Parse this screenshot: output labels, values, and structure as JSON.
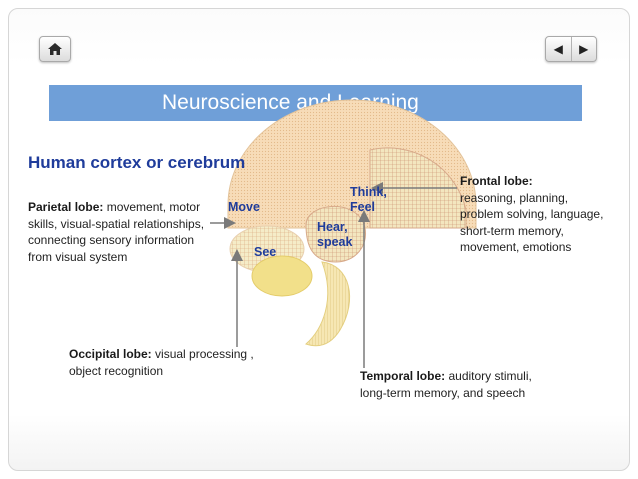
{
  "nav": {
    "home_icon": "home-icon",
    "prev_label": "◀",
    "next_label": "▶"
  },
  "title": "Neuroscience and Learning",
  "heading": "Human cortex or cerebrum",
  "parietal": {
    "name": "Parietal lobe:",
    "desc": "movement, motor skills, visual-spatial relationships, connecting sensory information from visual system"
  },
  "frontal": {
    "name": "Frontal lobe:",
    "desc": "reasoning, planning, problem solving, language, short-term memory, movement, emotions"
  },
  "occipital": {
    "name": "Occipital lobe:",
    "desc": "visual processing , object recognition"
  },
  "temporal": {
    "name": "Temporal lobe:",
    "desc": "auditory stimuli, long-term memory, and speech"
  },
  "brain_labels": {
    "move": "Move",
    "see": "See",
    "hear": "Hear, speak",
    "think": "Think, Feel"
  },
  "colors": {
    "title_bar": "#6f9fd8",
    "heading": "#1f3c9b",
    "brain_fill": "#f6d7b0",
    "lobe_fill": "#f2e28a",
    "arrow": "#7a7a7a"
  }
}
